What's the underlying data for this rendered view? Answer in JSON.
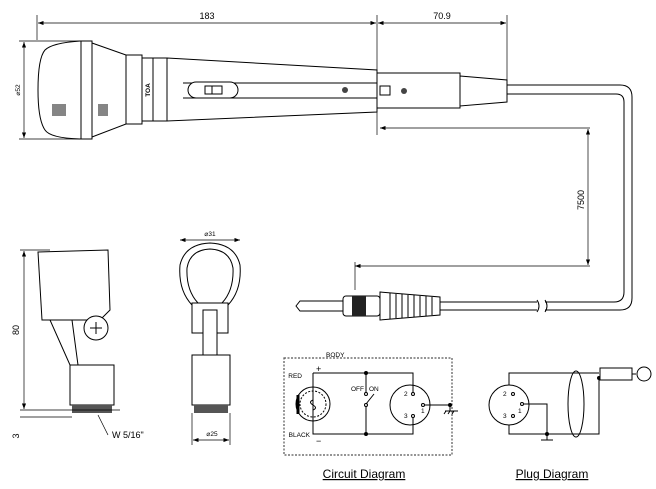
{
  "dimensions": {
    "mic_length": "183",
    "connector_length": "70.9",
    "head_diameter": "⌀52",
    "cable_length": "7500",
    "holder_height": "80",
    "holder_base": "3",
    "holder_thread": "W 5/16\"",
    "holder_top_diameter": "⌀31",
    "holder_bottom_diameter": "⌀25"
  },
  "mic": {
    "brand": "TOA",
    "switch_off": "OFF",
    "switch_on": "ON"
  },
  "circuit": {
    "title": "Circuit Diagram",
    "body_label": "BODY",
    "red_label": "RED",
    "black_label": "BLACK",
    "plus": "+",
    "minus": "−",
    "off_label": "OFF",
    "on_label": "ON",
    "pin1": "1",
    "pin2": "2",
    "pin3": "3"
  },
  "plug": {
    "title": "Plug Diagram",
    "pin1": "1",
    "pin2": "2",
    "pin3": "3"
  }
}
